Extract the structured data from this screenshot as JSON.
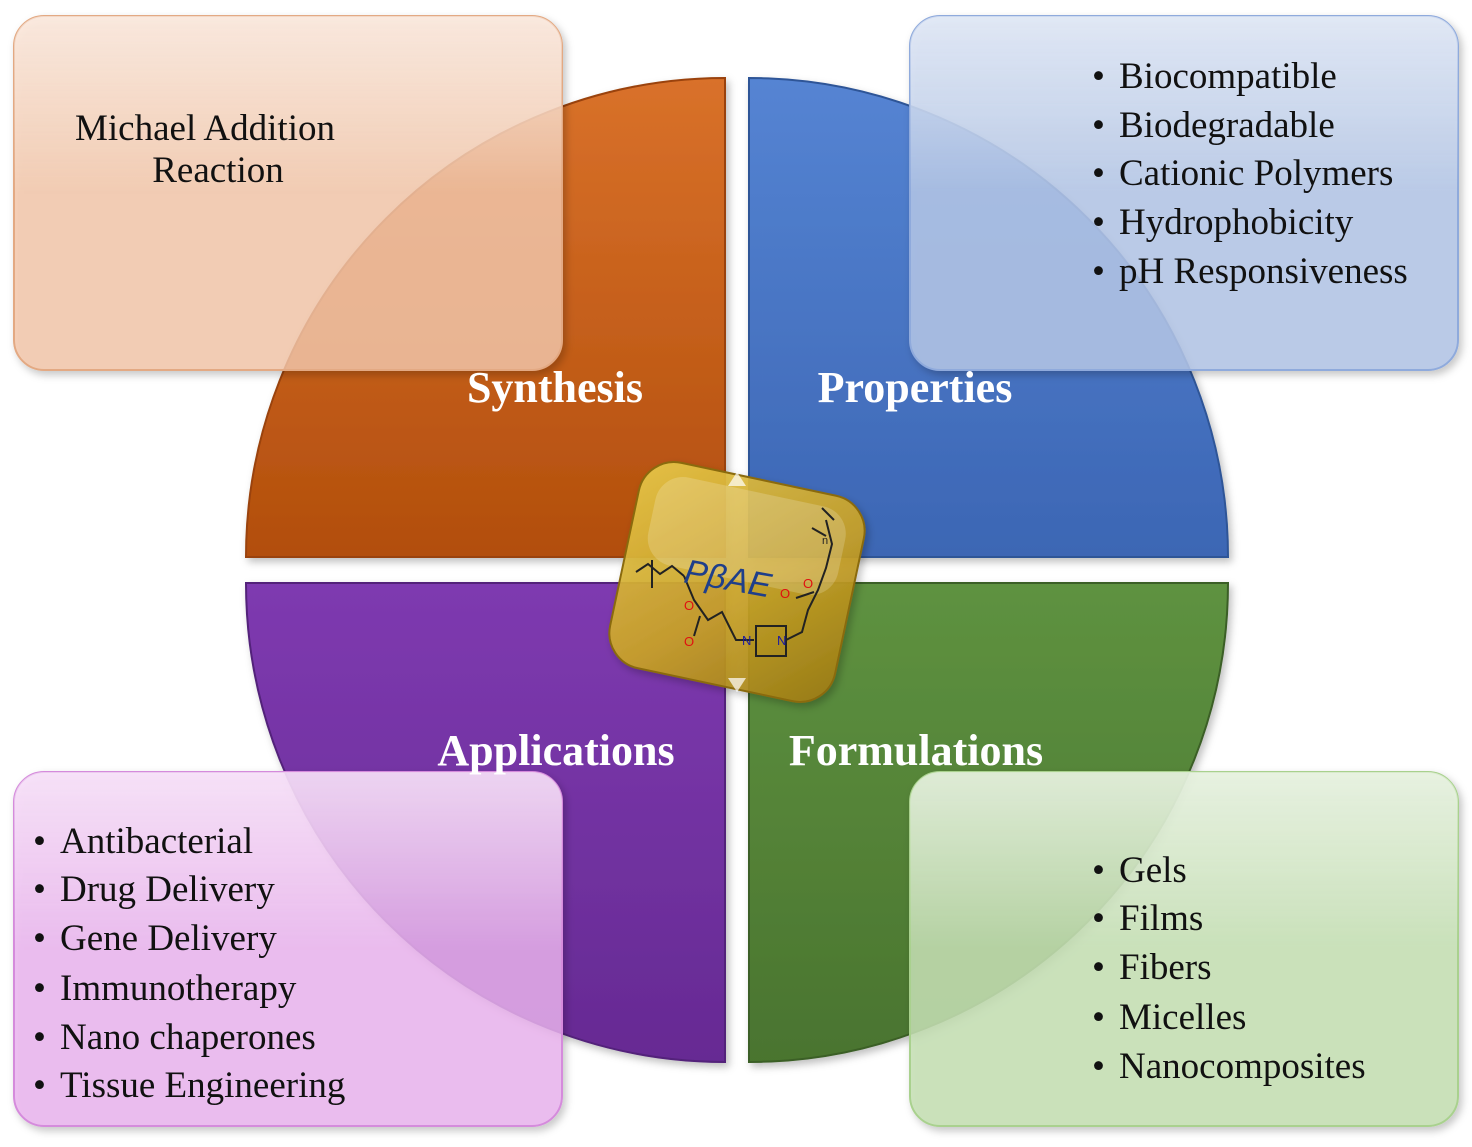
{
  "colors": {
    "synthesis": "#C55A11",
    "properties": "#4472C4",
    "applications": "#7030A0",
    "formulations": "#548235",
    "synthesis_box": "#F4C7A9",
    "properties_box": "#B4C7E7",
    "applications_box": "#EBB3EF",
    "formulations_box": "#C5E0B4",
    "center": "#C9A227"
  },
  "quadrants": {
    "synthesis": "Synthesis",
    "properties": "Properties",
    "applications": "Applications",
    "formulations": "Formulations"
  },
  "center": {
    "label": "PβAE",
    "atoms": {
      "o": "O",
      "n": "N",
      "sub": "n"
    }
  },
  "boxes": {
    "synthesis": [
      "Michael Addition",
      "Reaction"
    ],
    "properties": [
      "Biocompatible",
      "Biodegradable",
      "Cationic Polymers",
      "Hydrophobicity",
      "pH Responsiveness"
    ],
    "applications": [
      "Antibacterial",
      "Drug Delivery",
      "Gene Delivery",
      "Immunotherapy",
      "Nano chaperones",
      "Tissue Engineering"
    ],
    "formulations": [
      "Gels",
      "Films",
      "Fibers",
      "Micelles",
      "Nanocomposites"
    ]
  },
  "bullet": "•"
}
